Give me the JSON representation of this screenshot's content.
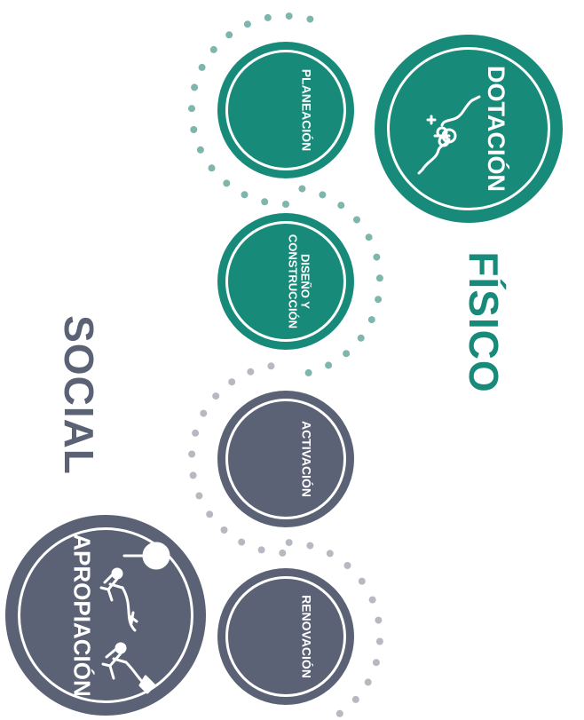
{
  "colors": {
    "teal": "#188a7a",
    "gray": "#5c6275",
    "dot_teal": "#7fb6ab",
    "dot_gray": "#b7b9c1",
    "white": "#ffffff"
  },
  "groups": {
    "fisico": "FÍSICO",
    "social": "SOCIAL"
  },
  "stages": [
    {
      "label": "PLANEACIÓN",
      "group": "fisico"
    },
    {
      "label": "DISEÑO Y CONSTRUCCIÓN",
      "group": "fisico"
    },
    {
      "label": "ACTIVACIÓN",
      "group": "social"
    },
    {
      "label": "RENOVACIÓN",
      "group": "social"
    }
  ],
  "outcomes": [
    {
      "label": "DOTACIÓN",
      "group": "fisico",
      "icon": "hands-holding-tree-icon"
    },
    {
      "label": "APROPIACIÓN",
      "group": "social",
      "icon": "people-with-kite-icon"
    }
  ]
}
